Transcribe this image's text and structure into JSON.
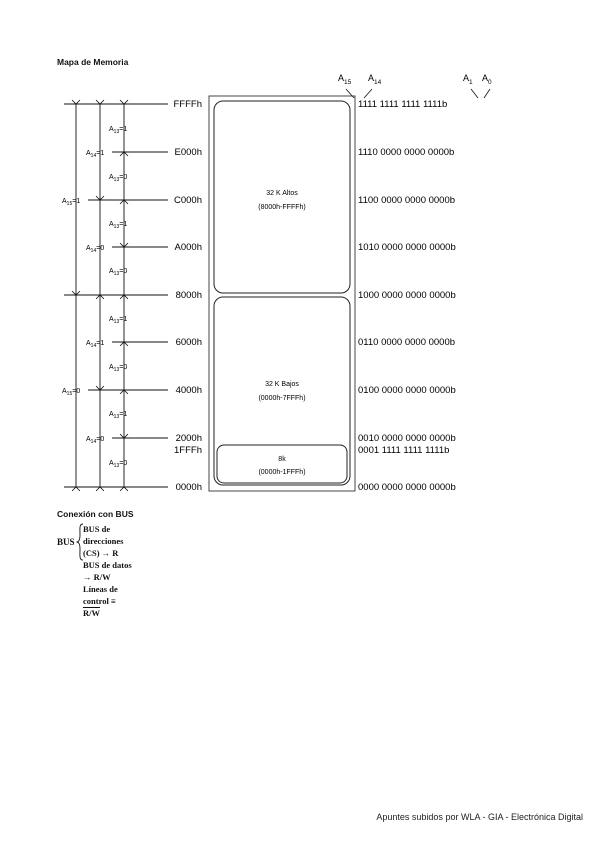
{
  "title": "Mapa de Memoria",
  "header_labels": {
    "a15": "A",
    "a15_sub": "15",
    "a14": "A",
    "a14_sub": "14",
    "a1": "A",
    "a1_sub": "1",
    "a0": "A",
    "a0_sub": "0"
  },
  "addresses": {
    "ffff": "FFFFh",
    "e000": "E000h",
    "c000": "C000h",
    "a000": "A000h",
    "8000": "8000h",
    "6000": "6000h",
    "4000": "4000h",
    "2000": "2000h",
    "1fff": "1FFFh",
    "0000": "0000h"
  },
  "binaries": {
    "ffff": "1111 1111 1111 1111b",
    "e000": "1110 0000 0000 0000b",
    "c000": "1100 0000 0000 0000b",
    "a000": "1010 0000 0000 0000b",
    "8000": "1000 0000 0000 0000b",
    "6000": "0110 0000 0000 0000b",
    "4000": "0100 0000 0000 0000b",
    "2000": "0010 0000 0000 0000b",
    "1fff": "0001 1111 1111 1111b",
    "0000": "0000 0000 0000 0000b"
  },
  "blocks": {
    "high_name": "32 K Altos",
    "high_range": "(8000h-FFFFh)",
    "low_name": "32 K Bajos",
    "low_range": "(0000h-7FFFh)",
    "small_name": "8k",
    "small_range": "(0000h-1FFFh)"
  },
  "decode_labels": {
    "a15_1_letter": "A",
    "a15_1_sub": "15",
    "a15_1_val": "=1",
    "a15_0_letter": "A",
    "a15_0_sub": "15",
    "a15_0_val": "=0",
    "a14_1a_letter": "A",
    "a14_1a_sub": "14",
    "a14_1a_val": "=1",
    "a14_0a_letter": "A",
    "a14_0a_sub": "14",
    "a14_0a_val": "=0",
    "a14_1b_letter": "A",
    "a14_1b_sub": "14",
    "a14_1b_val": "=1",
    "a14_0b_letter": "A",
    "a14_0b_sub": "14",
    "a14_0b_val": "=0",
    "a13_1a_letter": "A",
    "a13_1a_sub": "13",
    "a13_1a_val": "=1",
    "a13_0a_letter": "A",
    "a13_0a_sub": "13",
    "a13_0a_val": "=0",
    "a13_1b_letter": "A",
    "a13_1b_sub": "13",
    "a13_1b_val": "=1",
    "a13_0b_letter": "A",
    "a13_0b_sub": "13",
    "a13_0b_val": "=0",
    "a13_1c_letter": "A",
    "a13_1c_sub": "13",
    "a13_1c_val": "=1",
    "a13_0c_letter": "A",
    "a13_0c_sub": "13",
    "a13_0c_val": "=0",
    "a13_1d_letter": "A",
    "a13_1d_sub": "13",
    "a13_1d_val": "=1",
    "a13_0d_letter": "A",
    "a13_0d_sub": "13",
    "a13_0d_val": "=0"
  },
  "bus": {
    "title": "Conexión con BUS",
    "label": "BUS",
    "line1": "BUS de direcciones (CS) → R",
    "line2": "BUS de datos → R/W",
    "line3_text": "Líneas de control ≡ ",
    "line3_over": "R/W"
  },
  "footer": "Apuntes subidos por WLA - GIA - Electrónica Digital"
}
